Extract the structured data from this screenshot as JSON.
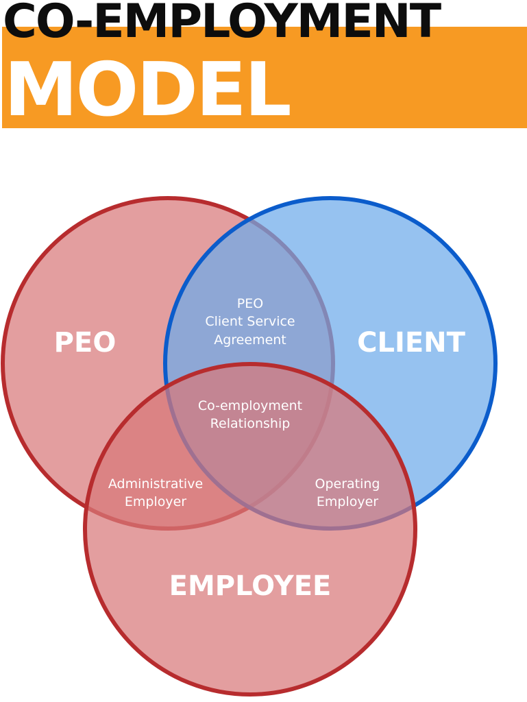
{
  "title": {
    "line1": "CO-EMPLOYMENT",
    "line2": "MODEL"
  },
  "colors": {
    "header_band": "#F79A23",
    "peo_fill": "#D8797A",
    "peo_stroke": "#B72C2E",
    "client_fill": "#6EAAEA",
    "client_stroke": "#0B5CCB",
    "employee_fill": "#D8797A",
    "employee_stroke": "#B72C2E"
  },
  "venn": {
    "sets": {
      "peo": "PEO",
      "client": "CLIENT",
      "employee": "EMPLOYEE"
    },
    "overlaps": {
      "peo_client": [
        "PEO",
        "Client Service",
        "Agreement"
      ],
      "all_three": [
        "Co-employment",
        "Relationship"
      ],
      "peo_employee": [
        "Administrative",
        "Employer"
      ],
      "client_employee": [
        "Operating",
        "Employer"
      ]
    }
  }
}
